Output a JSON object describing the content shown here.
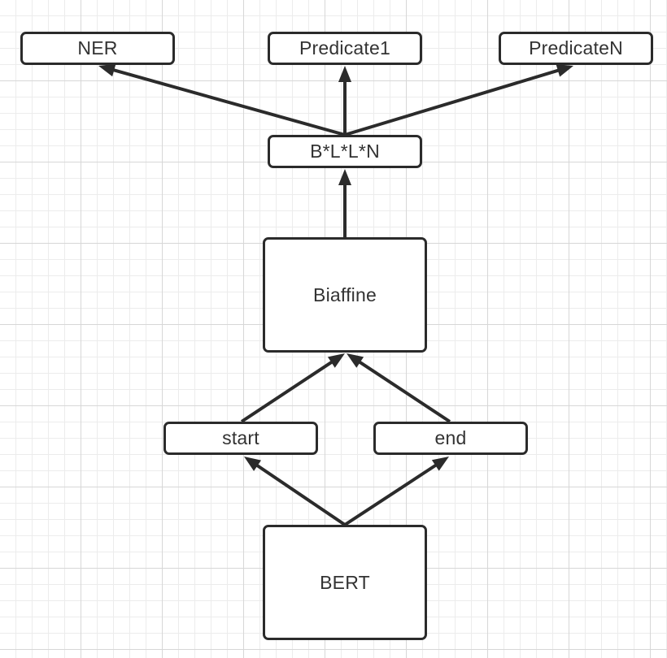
{
  "diagram": {
    "colors": {
      "stroke": "#2b2b2b",
      "text": "#333333",
      "node_fill": "#ffffff"
    },
    "nodes": [
      {
        "id": "ner",
        "label": "NER"
      },
      {
        "id": "predicate1",
        "label": "Predicate1"
      },
      {
        "id": "predicaten",
        "label": "PredicateN"
      },
      {
        "id": "bln",
        "label": "B*L*L*N"
      },
      {
        "id": "biaffine",
        "label": "Biaffine"
      },
      {
        "id": "start",
        "label": "start"
      },
      {
        "id": "end",
        "label": "end"
      },
      {
        "id": "bert",
        "label": "BERT"
      }
    ],
    "edges": [
      {
        "from": "bert",
        "to": "start"
      },
      {
        "from": "bert",
        "to": "end"
      },
      {
        "from": "start",
        "to": "biaffine"
      },
      {
        "from": "end",
        "to": "biaffine"
      },
      {
        "from": "biaffine",
        "to": "bln"
      },
      {
        "from": "bln",
        "to": "ner"
      },
      {
        "from": "bln",
        "to": "predicate1"
      },
      {
        "from": "bln",
        "to": "predicaten"
      }
    ]
  }
}
